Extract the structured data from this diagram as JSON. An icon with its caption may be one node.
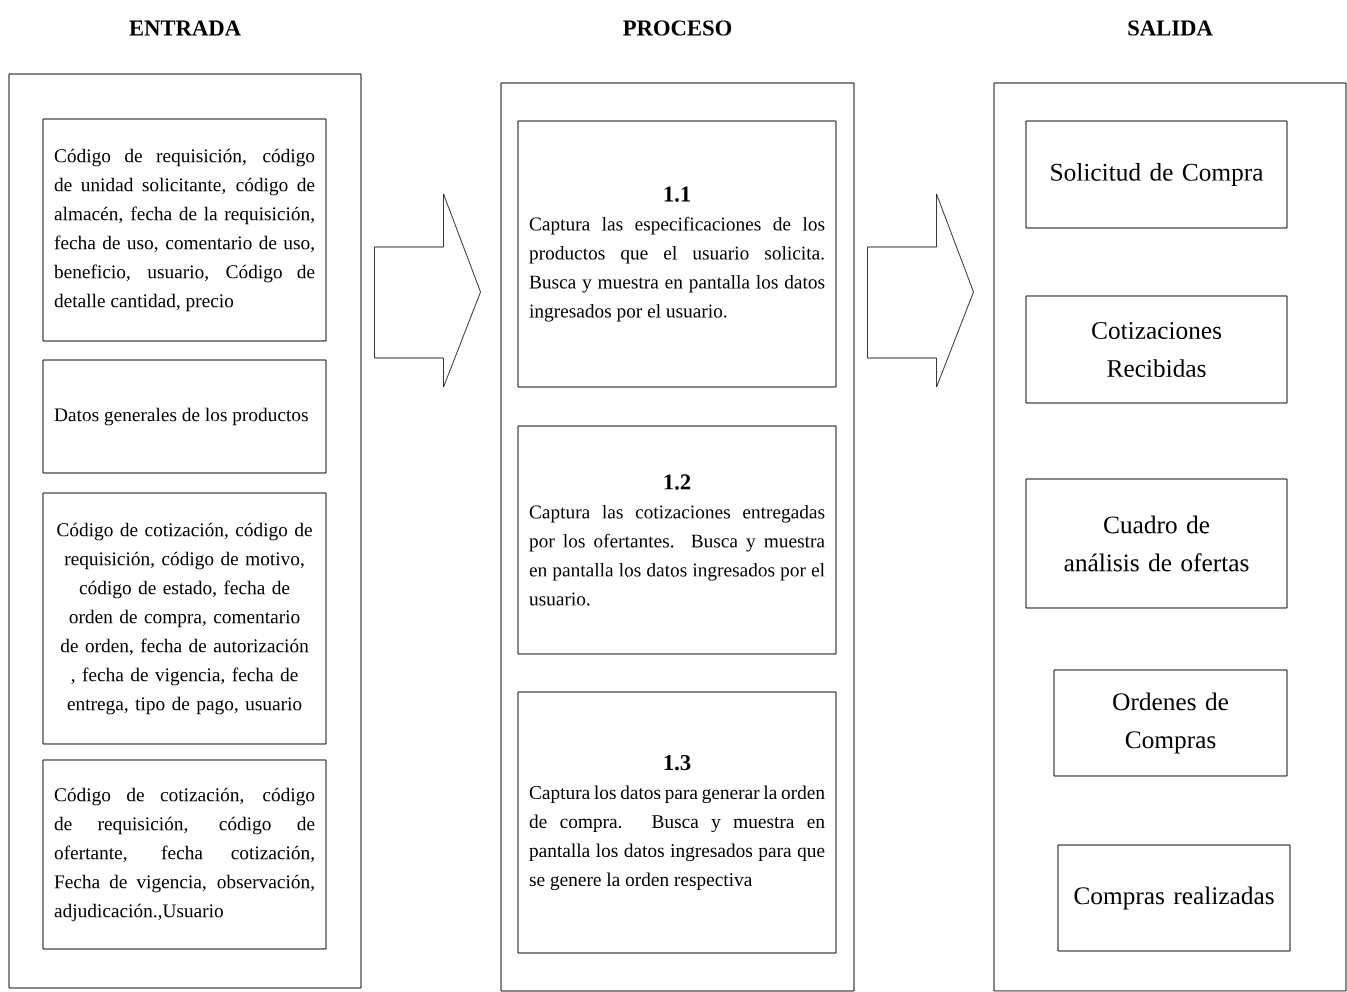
{
  "diagram": {
    "nodes": [
      {
        "text": [
          "ENTRADA"
        ]
      },
      {
        "text": [
          "Código de requisición, código de unidad solicitante, código de almacén, fecha de la requisición, fecha de uso, comentario de uso, beneficio, usuario, Código de detalle cantidad, precio"
        ],
        "in": 0
      },
      {
        "text": [
          "Datos generales de los productos"
        ],
        "in": 0
      },
      {
        "text": [
          "Código de cotización, código de requisición, código de motivo, código de estado, fecha de orden de compra, comentario de orden, fecha de autorización , fecha de vigencia, fecha de entrega, tipo de pago, usuario"
        ],
        "in": 0
      },
      {
        "text": [
          "Código de cotización, código de requisición, código de ofertante, fecha cotización, Fecha de vigencia, observación, adjudicación.,Usuario"
        ],
        "in": 0
      },
      {
        "text": [
          "PROCESO"
        ]
      },
      {
        "text": [
          "1.1",
          "Captura las especificaciones de los productos que el usuario solicita. Busca y muestra en pantalla los datos ingresados por el usuario."
        ],
        "in": 5
      },
      {
        "text": [
          "1.2",
          "Captura las cotizaciones entregadas por los ofertantes. Busca y muestra en pantalla los datos ingresados por el usuario."
        ],
        "in": 5
      },
      {
        "text": [
          "1.3",
          "Captura los datos para generar la orden de compra. Busca y muestra en pantalla los datos ingresados para que se genere la orden respectiva"
        ],
        "in": 5
      },
      {
        "text": [
          "SALIDA"
        ]
      },
      {
        "text": [
          "Solicitud de Compra"
        ],
        "in": 9
      },
      {
        "text": [
          "Cotizaciones Recibidas"
        ],
        "in": 9
      },
      {
        "text": [
          "Cuadro de análisis de ofertas"
        ],
        "in": 9
      },
      {
        "text": [
          "Ordenes de Compras"
        ],
        "in": 9
      },
      {
        "text": [
          "Compras realizadas"
        ],
        "in": 9
      }
    ],
    "edges": [
      {
        "from": 0,
        "to": 5,
        "arrow": "to"
      },
      {
        "from": 5,
        "to": 9,
        "arrow": "to"
      }
    ]
  }
}
